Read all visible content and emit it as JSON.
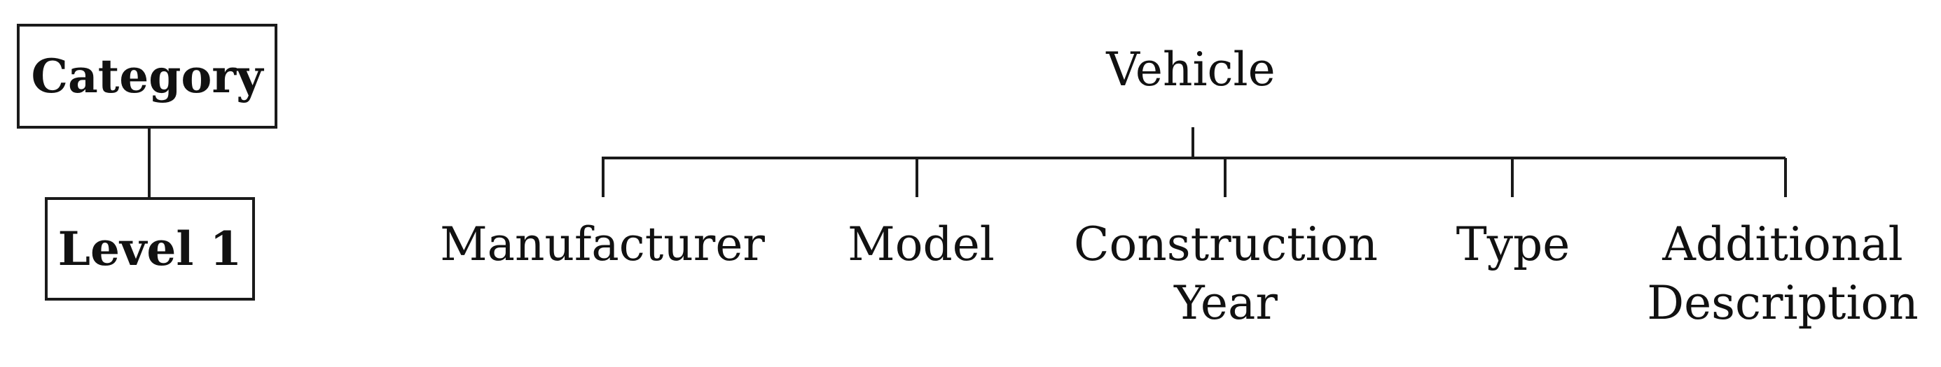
{
  "legend": {
    "category_label": "Category",
    "level_label": "Level 1"
  },
  "tree": {
    "root": "Vehicle",
    "children": [
      {
        "lines": [
          "Manufacturer"
        ]
      },
      {
        "lines": [
          "Model"
        ]
      },
      {
        "lines": [
          "Construction",
          "Year"
        ]
      },
      {
        "lines": [
          "Type"
        ]
      },
      {
        "lines": [
          "Additional",
          "Description"
        ]
      }
    ]
  },
  "colors": {
    "line": "#1a1a1a",
    "text": "#111111",
    "background": "#ffffff"
  }
}
